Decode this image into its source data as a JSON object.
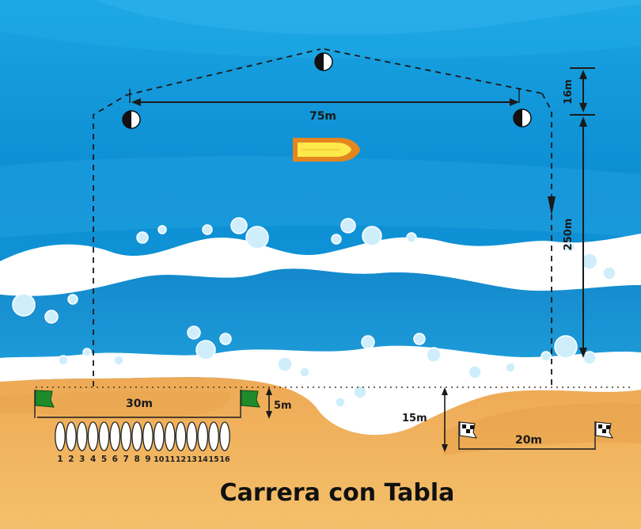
{
  "title": "Carrera con Tabla",
  "dimensions": {
    "buoy_span": "75m",
    "outer_buoy_offset": "16m",
    "swim_distance": "250m",
    "start_width": "30m",
    "start_depth": "5m",
    "finish_distance": "15m",
    "finish_width": "20m"
  },
  "lane_numbers": [
    "1",
    "2",
    "3",
    "4",
    "5",
    "6",
    "7",
    "8",
    "9",
    "10",
    "11",
    "12",
    "13",
    "14",
    "15",
    "16"
  ],
  "colors": {
    "ocean_light": "#3fb6ea",
    "ocean_deep": "#0a87cc",
    "ocean_top": "#12a0dd",
    "foam": "#ffffff",
    "sand": "#f0b45c",
    "sand_dark": "#e6a045",
    "start_flag": "#1f8a2a",
    "boat_fill": "#ffe94a",
    "boat_rim": "#e38b22"
  }
}
